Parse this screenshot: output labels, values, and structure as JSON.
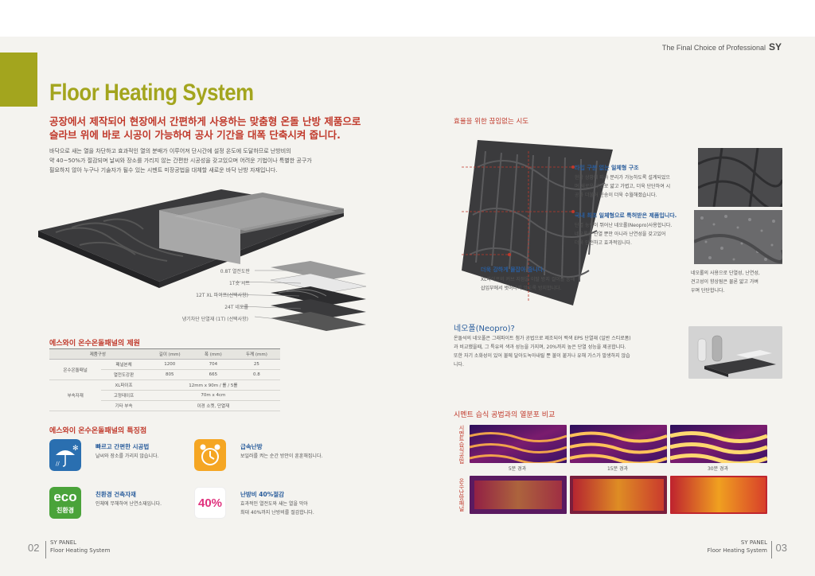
{
  "brand": {
    "tagline": "The Final Choice of Professional",
    "logo": "SY"
  },
  "left": {
    "title": "Floor Heating System",
    "headline": [
      "공장에서 제작되어 현장에서 간편하게 사용하는 맞춤형 온돌 난방 제품으로",
      "슬라브 위에 바로 시공이 가능하여 공사 기간을 대폭 단축시켜 줍니다."
    ],
    "intro": [
      "바닥으로 새는 열을 차단하고 효과적인 열의 분배가 이루어져 단시간에 설정 온도에 도달하므로 난방비의",
      "약 40~50%가 절감되며 날씨와 장소를 가리지 않는 간편한 시공성을 갖고있으며 어려운 기법이나 특별한 공구가",
      "필요하지 않아 누구나 기술자가 될수 있는 시멘트 미장공법을 대체할 새로운 바닥 난방 자재입니다."
    ],
    "layers": [
      "0.8T 열전도판",
      "1T숏 시트",
      "12T XL 파이프(선택사항)",
      "24T 네오롤",
      "냉기차단 단열재 (1T) (선택사항)"
    ],
    "spec_title": "에스와이 온수온돌패널의 제원",
    "spec_table": {
      "headers": [
        "제품구성",
        "",
        "길이 (mm)",
        "폭 (mm)",
        "두께 (mm)"
      ],
      "rows": [
        {
          "group": "온수온돌패널",
          "item": "패널본체",
          "length": "1200",
          "width": "704",
          "thick": "25"
        },
        {
          "group": "",
          "item": "열전도강판",
          "length": "805",
          "width": "665",
          "thick": "0.8"
        },
        {
          "group": "부속자재",
          "item": "XL파이프",
          "merged": "12mm x 90m / 롤 / 5롤"
        },
        {
          "group": "",
          "item": "고정테이프",
          "merged": "70m x 4cm"
        },
        {
          "group": "",
          "item": "기타 부속",
          "merged": "이경 소켓, 단열재"
        }
      ]
    },
    "features_title": "에스와이 온수온돌패널의 특징점",
    "features": [
      {
        "title": "빠르고 간편한 시공법",
        "desc": "날씨와 장소를 가리지 않습니다."
      },
      {
        "title": "급속난방",
        "desc": "보일러를 켜는 순간 방안이 훈훈해집니다."
      },
      {
        "title": "친환경 건축자재",
        "desc": "인체에 무해하여 난연소재입니다."
      },
      {
        "title": "난방비 40%절감",
        "desc": "효과적인 열전도와 새는 열을 막아|최대 40%까지 난방비를 절감합니다."
      }
    ],
    "eco_label": "eco",
    "eco_sub": "친환경",
    "percent_label": "40%"
  },
  "right": {
    "section_title": "효율을 위한 끊임없는 시도",
    "callouts": [
      {
        "title": "타입 구분 없는 일체형 구조",
        "desc": [
          "현장 상황에 따라 분리가 가능하도록 설계되었으",
          "며 새로운 구조로 얇고 가볍고, 더욱 단단하여 시",
          "공과 더불어 운송이 더욱 수월해졌습니다."
        ]
      },
      {
        "title": "국내 최초 일체형으로 특허받은 제품입니다.",
        "desc": [
          "단열 능력이 뛰어난 네오롤(Neopro)사용합니다.",
          "네오롤은 단열 뿐만 아니라 난연성을 갖고있어",
          "더욱 안전하고 효과적입니다."
        ]
      },
      {
        "title": "더욱 강하게 물잡아 줍니다.",
        "desc": [
          "XL파이프의 커브 지점을 이탈 방지 걸이를 통해",
          "삽입부에서 벗어나지 않도록 방지합니다."
        ]
      }
    ],
    "side_note": [
      "네오롤의 사용으로 단열성, 난연성,",
      "견고성이 향상됨은 물론 얇고 가벼",
      "우며 단단합니다."
    ],
    "neo_title": "네오폴(Neopro)?",
    "neo_desc": [
      "온돌석의 네오폴은 그래파이트 첨가 공법으로 제조되어 백색 EPS 단열재 (일반 스티로폼)",
      "과 비교했을때, 그 특유의 색과 성능을 가지며, 20%까지 높은 단열 성능을 제공합니다.",
      "또한 자기 소화성이 있어 불에 달아도녹아내릴 뿐 불이 붙거나 유해 가스가 발생하지 않습",
      "니다."
    ],
    "compare_title": "시멘트 습식 공법과의 열분포 비교",
    "row_labels": [
      "시멘트습식공법",
      "온수난방패널"
    ],
    "captions": [
      "5분 경과",
      "15분 경과",
      "30분 경과"
    ]
  },
  "footer": {
    "left_page": "02",
    "right_page": "03",
    "line1": "SY PANEL",
    "line2": "Floor Heating System"
  },
  "colors": {
    "accent": "#a3a51e",
    "red": "#c0392b",
    "blue": "#2a5d9c"
  }
}
